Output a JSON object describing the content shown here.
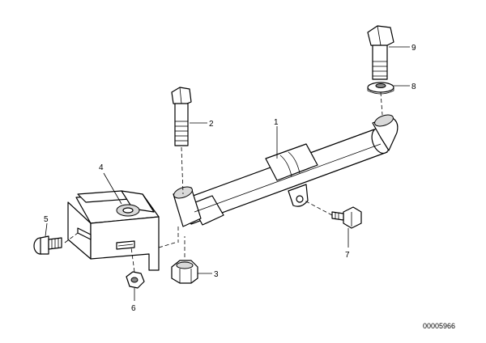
{
  "diagram": {
    "callouts": {
      "tube": "1",
      "bolt_upper": "2",
      "nut_lower": "3",
      "bracket": "4",
      "screw_left": "5",
      "nut_small": "6",
      "screw_right": "7",
      "washer": "8",
      "bolt_top": "9"
    },
    "reference_number": "00005966"
  }
}
